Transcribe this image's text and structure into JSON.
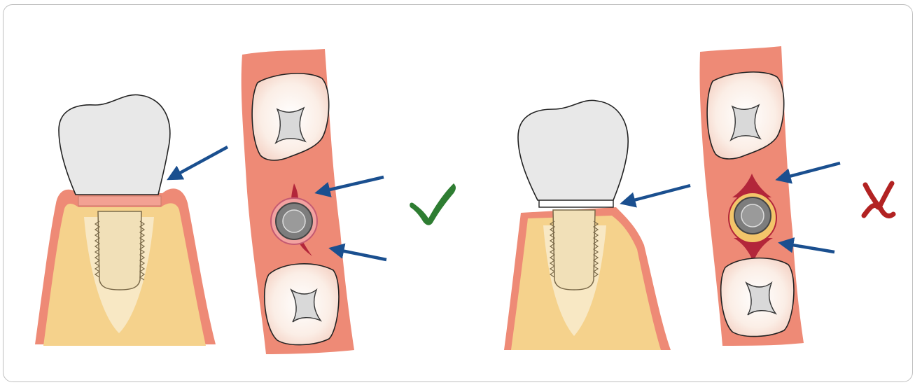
{
  "figure": {
    "panels": [
      {
        "id": "correct",
        "verdict": "correct",
        "marker_symbol": "✔",
        "marker_color": "#2e7d32"
      },
      {
        "id": "incorrect",
        "verdict": "incorrect",
        "marker_symbol": "✗",
        "marker_color": "#b22222"
      }
    ],
    "colors": {
      "gingiva": "#ee8a76",
      "gingiva_light": "#f7b4a6",
      "bone": "#f5d28c",
      "bone_inner": "#f8e8c4",
      "crown": "#e8e8e8",
      "arrow": "#1a4f8f",
      "abutment": "#808080",
      "tooth_outline": "#222222"
    }
  }
}
